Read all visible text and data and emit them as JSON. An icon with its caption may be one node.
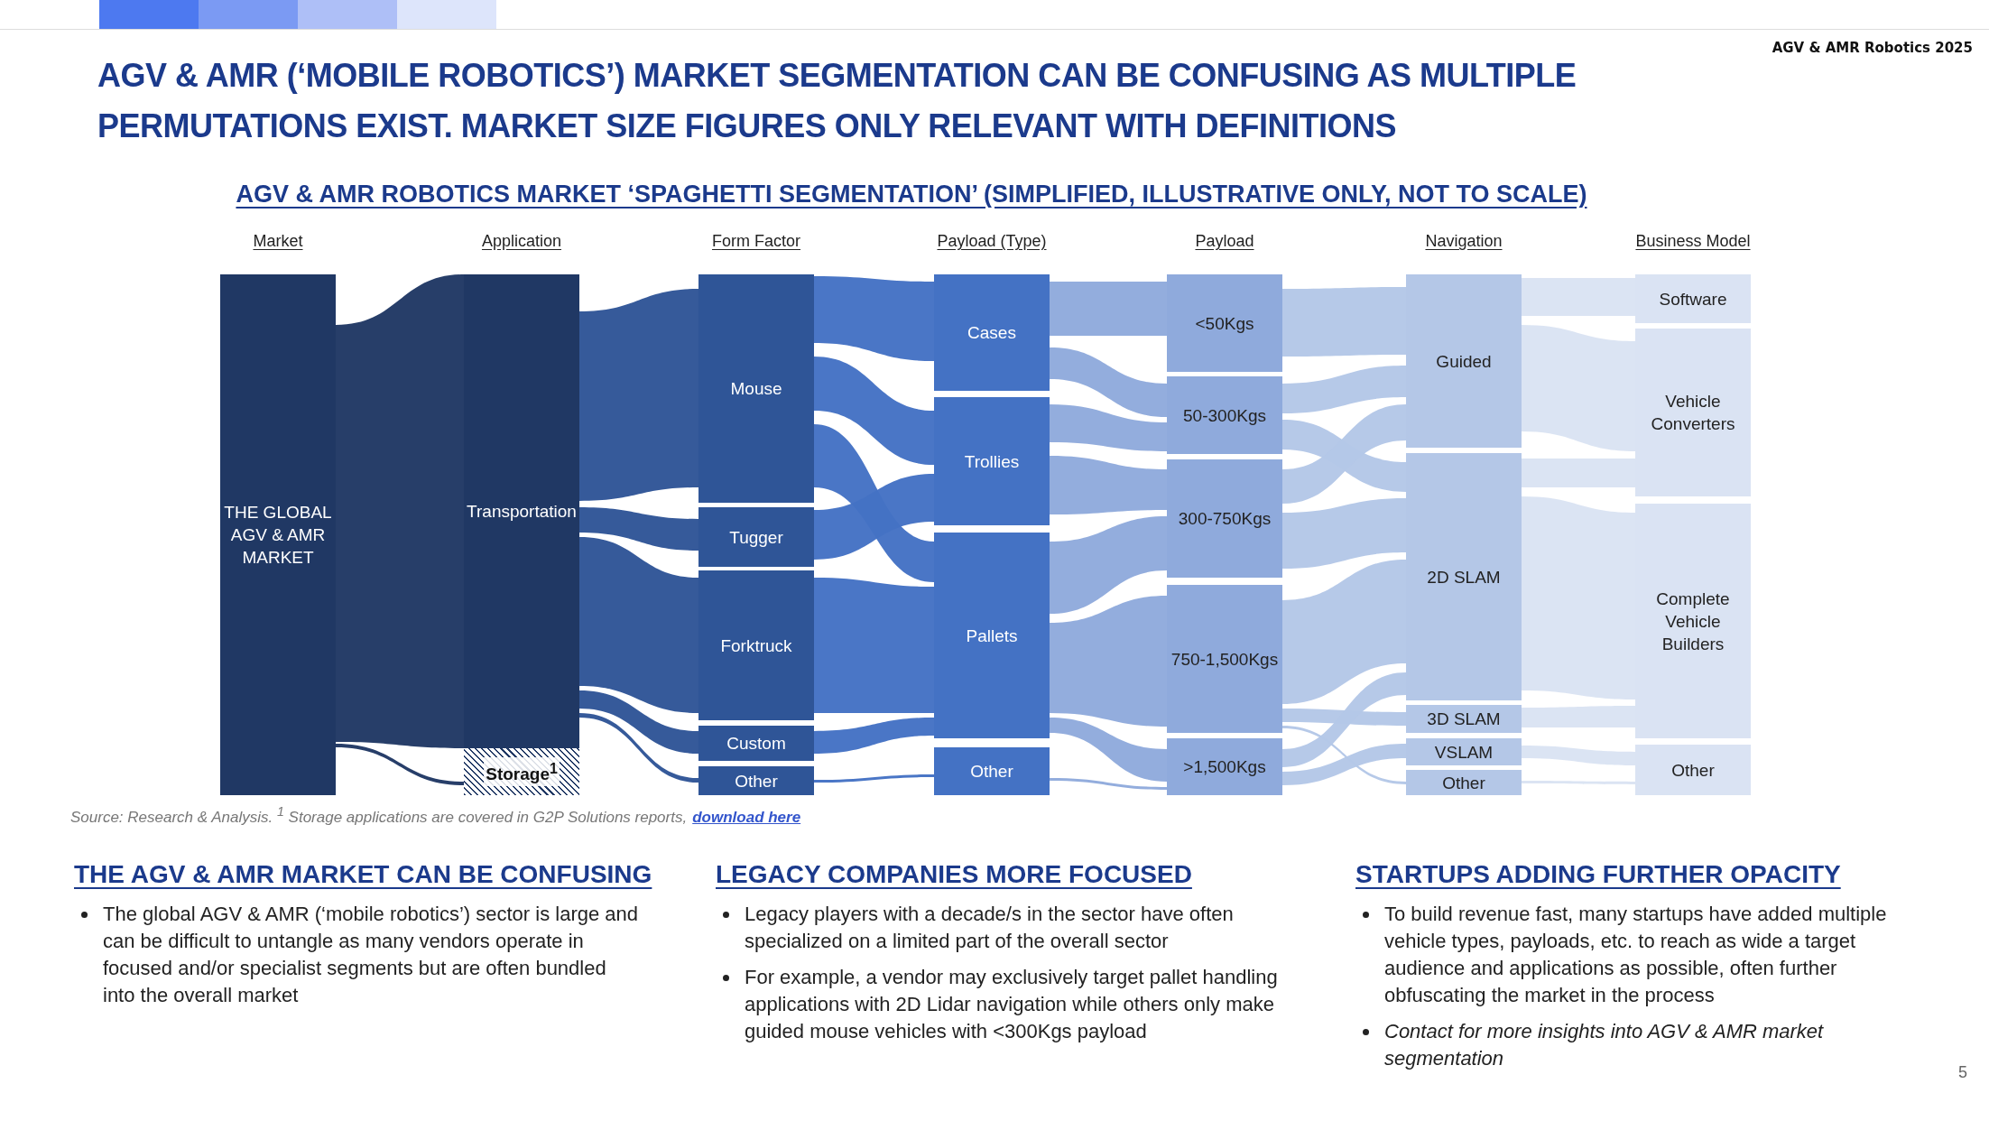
{
  "diagram": {
    "title": "AGV & AMR (‘MOBILE ROBOTICS’) MARKET SEGMENTATION CAN BE CONFUSING AS MULTIPLE PERMUTATIONS EXIST. MARKET SIZE FIGURES ONLY RELEVANT WITH DEFINITIONS",
    "nodes": [
      {
        "text": [
          "THE GLOBAL AGV & AMR MARKET"
        ]
      },
      {
        "text": [
          "Transportation"
        ]
      },
      {
        "text": [
          "Storage$^{1}$"
        ]
      },
      {
        "text": [
          "Mouse"
        ]
      },
      {
        "text": [
          "Tugger"
        ]
      },
      {
        "text": [
          "Forktruck"
        ]
      },
      {
        "text": [
          "Custom"
        ]
      },
      {
        "text": [
          "Other"
        ]
      },
      {
        "text": [
          "Cases"
        ]
      },
      {
        "text": [
          "Trollies"
        ]
      },
      {
        "text": [
          "Pallets"
        ]
      },
      {
        "text": [
          "Other"
        ]
      },
      {
        "text": [
          "<50Kgs"
        ]
      },
      {
        "text": [
          "50-300Kgs"
        ]
      },
      {
        "text": [
          "300-750Kgs"
        ]
      },
      {
        "text": [
          "750-1,500Kgs"
        ]
      },
      {
        "text": [
          ">1,500Kgs"
        ]
      },
      {
        "text": [
          "Guided"
        ]
      },
      {
        "text": [
          "2D SLAM"
        ]
      },
      {
        "text": [
          "3D SLAM"
        ]
      },
      {
        "text": [
          "VSLAM"
        ]
      },
      {
        "text": [
          "Other"
        ]
      },
      {
        "text": [
          "Software"
        ]
      },
      {
        "text": [
          "Vehicle Converters"
        ]
      },
      {
        "text": [
          "Complete Vehicle Builders"
        ]
      },
      {
        "text": [
          "Other"
        ]
      }
    ],
    "edges": [
      {
        "from": 0,
        "to": 1,
        "arrow": "none"
      },
      {
        "from": 0,
        "to": 2,
        "arrow": "none"
      },
      {
        "from": 1,
        "to": 3,
        "arrow": "none"
      },
      {
        "from": 1,
        "to": 4,
        "arrow": "none"
      },
      {
        "from": 1,
        "to": 5,
        "arrow": "none"
      },
      {
        "from": 1,
        "to": 6,
        "arrow": "none"
      },
      {
        "from": 1,
        "to": 7,
        "arrow": "none"
      },
      {
        "from": 3,
        "to": 8,
        "arrow": "none"
      },
      {
        "from": 3,
        "to": 9,
        "arrow": "none"
      },
      {
        "from": 3,
        "to": 10,
        "arrow": "none"
      },
      {
        "from": 4,
        "to": 9,
        "arrow": "none"
      },
      {
        "from": 5,
        "to": 10,
        "arrow": "none"
      },
      {
        "from": 6,
        "to": 10,
        "arrow": "none"
      },
      {
        "from": 7,
        "to": 11,
        "arrow": "none"
      },
      {
        "from": 8,
        "to": 12,
        "arrow": "none"
      },
      {
        "from": 8,
        "to": 13,
        "arrow": "none"
      },
      {
        "from": 9,
        "to": 13,
        "arrow": "none"
      },
      {
        "from": 9,
        "to": 14,
        "arrow": "none"
      },
      {
        "from": 10,
        "to": 14,
        "arrow": "none"
      },
      {
        "from": 10,
        "to": 15,
        "arrow": "none"
      },
      {
        "from": 10,
        "to": 16,
        "arrow": "none"
      },
      {
        "from": 11,
        "to": 16,
        "arrow": "none"
      },
      {
        "from": 12,
        "to": 17,
        "arrow": "none"
      },
      {
        "from": 13,
        "to": 17,
        "arrow": "none"
      },
      {
        "from": 13,
        "to": 18,
        "arrow": "none"
      },
      {
        "from": 14,
        "to": 17,
        "arrow": "none"
      },
      {
        "from": 14,
        "to": 18,
        "arrow": "none"
      },
      {
        "from": 15,
        "to": 18,
        "arrow": "none"
      },
      {
        "from": 15,
        "to": 19,
        "arrow": "none"
      },
      {
        "from": 15,
        "to": 21,
        "arrow": "none"
      },
      {
        "from": 16,
        "to": 18,
        "arrow": "none"
      },
      {
        "from": 16,
        "to": 20,
        "arrow": "none"
      },
      {
        "from": 17,
        "to": 22,
        "arrow": "none"
      },
      {
        "from": 17,
        "to": 23,
        "arrow": "none"
      },
      {
        "from": 18,
        "to": 23,
        "arrow": "none"
      },
      {
        "from": 18,
        "to": 24,
        "arrow": "none"
      },
      {
        "from": 19,
        "to": 24,
        "arrow": "none"
      },
      {
        "from": 20,
        "to": 25,
        "arrow": "none"
      },
      {
        "from": 21,
        "to": 25,
        "arrow": "none"
      }
    ],
    "labels": [
      "AGV & AMR Robotics 2025",
      "AGV & AMR ROBOTICS MARKET ‘SPAGHETTI SEGMENTATION’ (SIMPLIFIED, ILLUSTRATIVE ONLY, NOT TO SCALE)",
      "Market",
      "Application",
      "Form Factor",
      "Payload (Type)",
      "Payload",
      "Navigation",
      "Business Model",
      "Source: Research & Analysis. $^{1}$ Storage applications are covered in G2P Solutions reports,",
      "download here",
      "THE AGV & AMR MARKET CAN BE CONFUSING",
      "The global AGV & AMR (‘mobile robotics’) sector is large and can be difficult to untangle as many vendors operate in focused and/or specialist segments but are often bundled into the overall market",
      "LEGACY COMPANIES MORE FOCUSED",
      "Legacy players with a decade/s in the sector have often specialized on a limited part of the overall sector",
      "For example, a vendor may exclusively target pallet handling applications with 2D Lidar navigation while others only make guided mouse vehicles with <300Kgs payload",
      "STARTUPS ADDING FURTHER OPACITY",
      "To build revenue fast, many startups have added multiple vehicle types, payloads, etc. to reach as wide a target audience and applications as possible, often further obfuscating the market in the process",
      "Contact for more insights into AGV & AMR market segmentation",
      "5"
    ]
  }
}
